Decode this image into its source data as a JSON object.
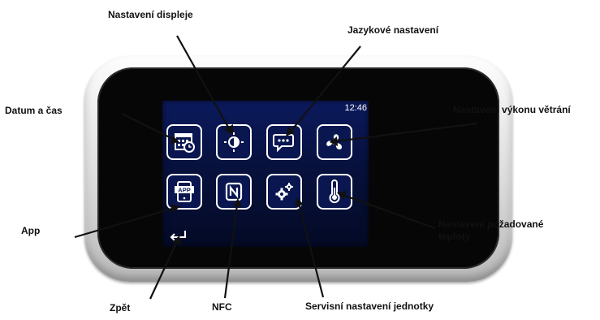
{
  "screen": {
    "clock": "12:46"
  },
  "labels": {
    "display": "Nastavení displeje",
    "language": "Jazykové nastavení",
    "datetime": "Datum a čas",
    "ventilation": "Nastavení výkonu větrání",
    "app": "App",
    "temperature_line1": "Nastavení požadované",
    "temperature_line2": "teploty",
    "back": "Zpět",
    "nfc": "NFC",
    "service": "Servisní nastavení jednotky"
  },
  "icons": {
    "row1": [
      "calendar-clock-icon",
      "brightness-icon",
      "chat-bubble-icon",
      "fan-icon"
    ],
    "row2": [
      "app-phone-icon",
      "nfc-icon",
      "gears-icon",
      "thermometer-icon"
    ],
    "back": "back-arrow-icon"
  },
  "colors": {
    "screen": "#07113d",
    "tile_border": "#ffffff",
    "frame": "#dcdcdc"
  }
}
